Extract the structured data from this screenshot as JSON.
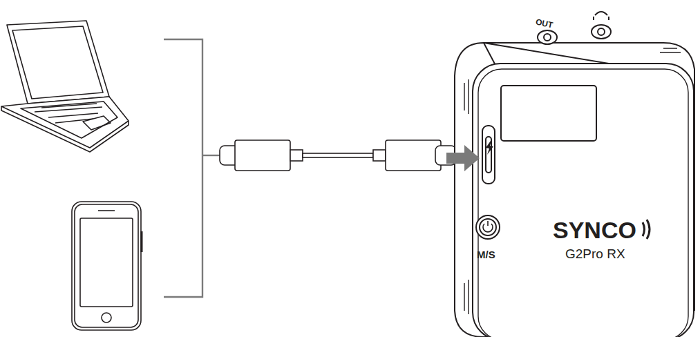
{
  "diagram": {
    "labels": [
      "OUT",
      "SYNCO",
      "G2Pro RX",
      "M/S"
    ]
  }
}
